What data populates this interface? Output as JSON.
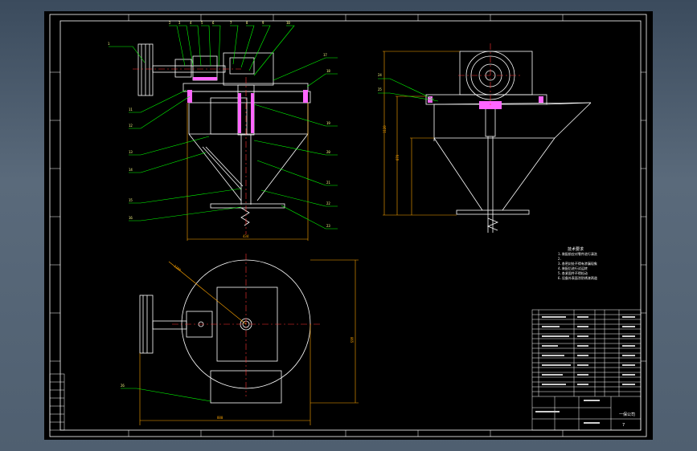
{
  "title_block": {
    "drawing_name": "一保公司",
    "sheet": "7"
  },
  "technical_requirements": {
    "heading": "技术要求",
    "lines": [
      "1.装配前应对零件进行清洗",
      "2.",
      "3.各密封处不得有渗漏现象",
      "4.装配后进行试运转",
      "5.各紧固件不得松动",
      "6.设备外表面涂防锈漆两道"
    ]
  },
  "colors": {
    "background": "#000000",
    "lines": "#ffffff",
    "leaders": "#00ff00",
    "dimensions": "#ffa500",
    "centerlines": "#ff0000",
    "callouts": "#ffff00"
  }
}
